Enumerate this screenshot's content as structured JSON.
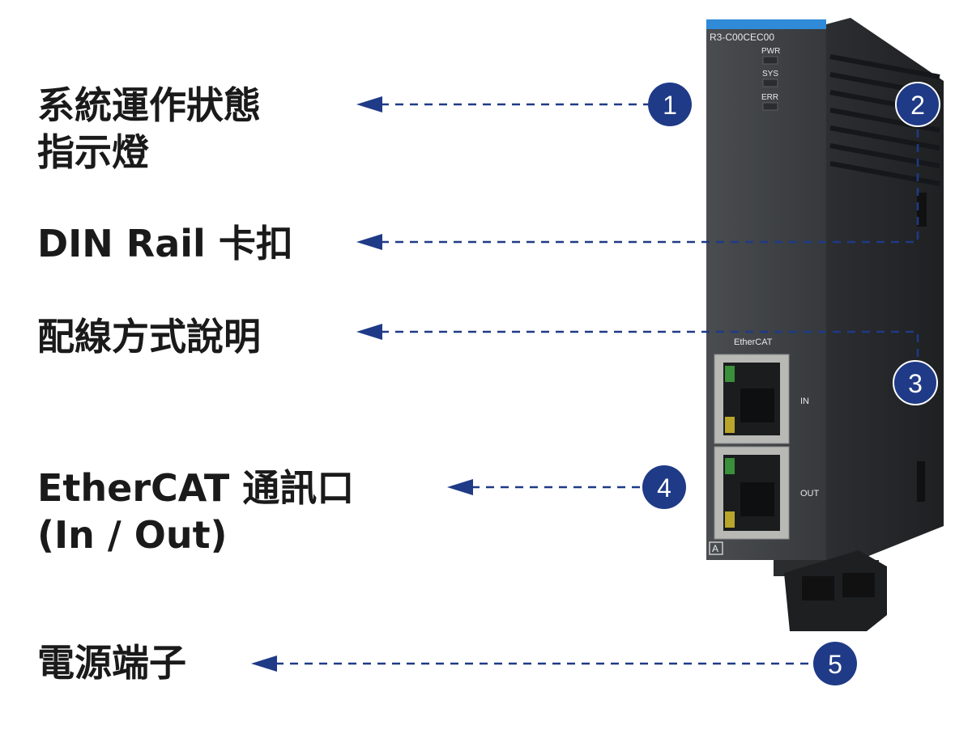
{
  "callouts": [
    {
      "number": "1",
      "label_lines": [
        "系統運作狀態",
        "指示燈"
      ]
    },
    {
      "number": "2",
      "label_lines": [
        "DIN Rail 卡扣"
      ]
    },
    {
      "number": "3",
      "label_lines": [
        "配線方式說明"
      ]
    },
    {
      "number": "4",
      "label_lines": [
        "EtherCAT 通訊口",
        "(In / Out)"
      ]
    },
    {
      "number": "5",
      "label_lines": [
        "電源端子"
      ]
    }
  ],
  "device": {
    "model": "R3-C00CEC00",
    "leds": [
      "PWR",
      "SYS",
      "ERR"
    ],
    "port_group_label": "EtherCAT",
    "port_in_label": "IN",
    "port_out_label": "OUT",
    "bottom_mark": "A"
  },
  "colors": {
    "accent_navy": "#1f3a86",
    "device_body": "#3f4245",
    "device_top_stripe": "#2f8ad8",
    "text_dark": "#1a1a1a"
  }
}
